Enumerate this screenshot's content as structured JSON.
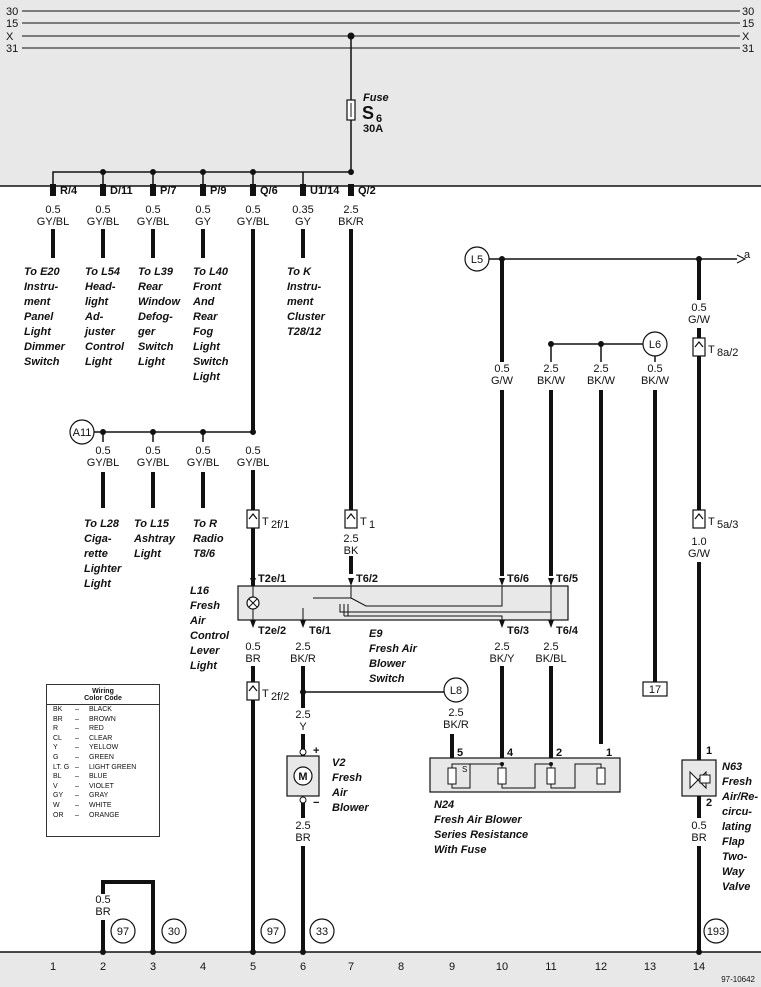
{
  "bus": {
    "lines": [
      {
        "left": "30",
        "right": "30"
      },
      {
        "left": "15",
        "right": "15"
      },
      {
        "left": "X",
        "right": "X"
      },
      {
        "left": "31",
        "right": "31"
      }
    ]
  },
  "fuse": {
    "label": "Fuse",
    "name": "S",
    "sub": "6",
    "rating": "30A"
  },
  "connectors_top": [
    "R/4",
    "D/11",
    "P/7",
    "P/9",
    "Q/6",
    "U1/14",
    "Q/2"
  ],
  "top_wires": [
    {
      "size": "0.5",
      "color": "GY/BL"
    },
    {
      "size": "0.5",
      "color": "GY/BL"
    },
    {
      "size": "0.5",
      "color": "GY/BL"
    },
    {
      "size": "0.5",
      "color": "GY"
    },
    {
      "size": "0.5",
      "color": "GY/BL"
    },
    {
      "size": "0.35",
      "color": "GY"
    },
    {
      "size": "2.5",
      "color": "BK/R"
    }
  ],
  "destinations_top": [
    [
      "To E20",
      "Instru-",
      "ment",
      "Panel",
      "Light",
      "Dimmer",
      "Switch"
    ],
    [
      "To L54",
      "Head-",
      "light",
      "Ad-",
      "juster",
      "Control",
      "Light"
    ],
    [
      "To L39",
      "Rear",
      "Window",
      "Defog-",
      "ger",
      "Switch",
      "Light"
    ],
    [
      "To L40",
      "Front",
      "And",
      "Rear",
      "Fog",
      "Light",
      "Switch",
      "Light"
    ],
    [
      "To K",
      "Instru-",
      "ment",
      "Cluster",
      "T28/12"
    ]
  ],
  "splices": {
    "A11": "A11",
    "L5": "L5",
    "L6": "L6",
    "L8": "L8"
  },
  "a11_wires": [
    {
      "size": "0.5",
      "color": "GY/BL"
    },
    {
      "size": "0.5",
      "color": "GY/BL"
    },
    {
      "size": "0.5",
      "color": "GY/BL"
    },
    {
      "size": "0.5",
      "color": "GY/BL"
    }
  ],
  "destinations_mid": [
    [
      "To L28",
      "Ciga-",
      "rette",
      "Lighter",
      "Light"
    ],
    [
      "To L15",
      "Ashtray",
      "Light"
    ],
    [
      "To R",
      "Radio",
      "T8/6"
    ]
  ],
  "right_wires": {
    "col10": {
      "size": "0.5",
      "color": "G/W"
    },
    "col11": {
      "size": "2.5",
      "color": "BK/W"
    },
    "col12": {
      "size": "2.5",
      "color": "BK/W"
    },
    "col13": {
      "size": "0.5",
      "color": "BK/W"
    },
    "col14_top": {
      "size": "0.5",
      "color": "G/W"
    },
    "col14_mid": {
      "size": "1.0",
      "color": "G/W"
    },
    "col14_bot": {
      "size": "0.5",
      "color": "BR"
    },
    "arrow_a": "a"
  },
  "terminals": {
    "t2f1": {
      "name": "T",
      "sub": "2f/1"
    },
    "t1": {
      "name": "T",
      "sub": "1"
    },
    "t8a2": {
      "name": "T",
      "sub": "8a/2"
    },
    "t5a3": {
      "name": "T",
      "sub": "5a/3"
    },
    "t2f2": {
      "name": "T",
      "sub": "2f/2"
    }
  },
  "t1_wire": {
    "size": "2.5",
    "color": "BK"
  },
  "switch_pins": {
    "t2e1": "T2e/1",
    "t62": "T6/2",
    "t66": "T6/6",
    "t65": "T6/5",
    "t2e2": "T2e/2",
    "t61": "T6/1",
    "t63": "T6/3",
    "t64": "T6/4"
  },
  "components": {
    "l16": [
      "L16",
      "Fresh",
      "Air",
      "Control",
      "Lever",
      "Light"
    ],
    "e9": [
      "E9",
      "Fresh Air",
      "Blower",
      "Switch"
    ],
    "v2": [
      "V2",
      "Fresh",
      "Air",
      "Blower"
    ],
    "n24": [
      "N24",
      "Fresh Air Blower",
      "Series Resistance",
      "With Fuse"
    ],
    "n63": [
      "N63",
      "Fresh",
      "Air/Re-",
      "circu-",
      "lating",
      "Flap",
      "Two-",
      "Way",
      "Valve"
    ]
  },
  "lower_wires": {
    "col5_br": {
      "size": "0.5",
      "color": "BR"
    },
    "col6_bkr": {
      "size": "2.5",
      "color": "BK/R"
    },
    "col6_y": {
      "size": "2.5",
      "color": "Y"
    },
    "col6_br": {
      "size": "2.5",
      "color": "BR"
    },
    "l8_bkr": {
      "size": "2.5",
      "color": "BK/R"
    },
    "col10_bky": {
      "size": "2.5",
      "color": "BK/Y"
    },
    "col11_bkbl": {
      "size": "2.5",
      "color": "BK/BL"
    },
    "col2_br": {
      "size": "0.5",
      "color": "BR"
    }
  },
  "motor_pins": {
    "plus": "+",
    "minus": "−"
  },
  "n24_pins": [
    "5",
    "4",
    "2",
    "1"
  ],
  "n24_fuse_mark": "S",
  "n63_pins": [
    "1",
    "2"
  ],
  "box17": "17",
  "ground_refs": [
    "97",
    "30",
    "97",
    "33",
    "193"
  ],
  "legend": {
    "title": [
      "Wiring",
      "Color Code"
    ],
    "rows": [
      {
        "ab": "BK",
        "name": "BLACK"
      },
      {
        "ab": "BR",
        "name": "BROWN"
      },
      {
        "ab": "R",
        "name": "RED"
      },
      {
        "ab": "CL",
        "name": "CLEAR"
      },
      {
        "ab": "Y",
        "name": "YELLOW"
      },
      {
        "ab": "G",
        "name": "GREEN"
      },
      {
        "ab": "LT. G",
        "name": "LIGHT GREEN"
      },
      {
        "ab": "BL",
        "name": "BLUE"
      },
      {
        "ab": "V",
        "name": "VIOLET"
      },
      {
        "ab": "GY",
        "name": "GRAY"
      },
      {
        "ab": "W",
        "name": "WHITE"
      },
      {
        "ab": "OR",
        "name": "ORANGE"
      }
    ]
  },
  "columns": [
    "1",
    "2",
    "3",
    "4",
    "5",
    "6",
    "7",
    "8",
    "9",
    "10",
    "11",
    "12",
    "13",
    "14"
  ],
  "doc_id": "97-10642",
  "colors": {
    "panel": "#e8e8e8",
    "ink": "#111111"
  }
}
